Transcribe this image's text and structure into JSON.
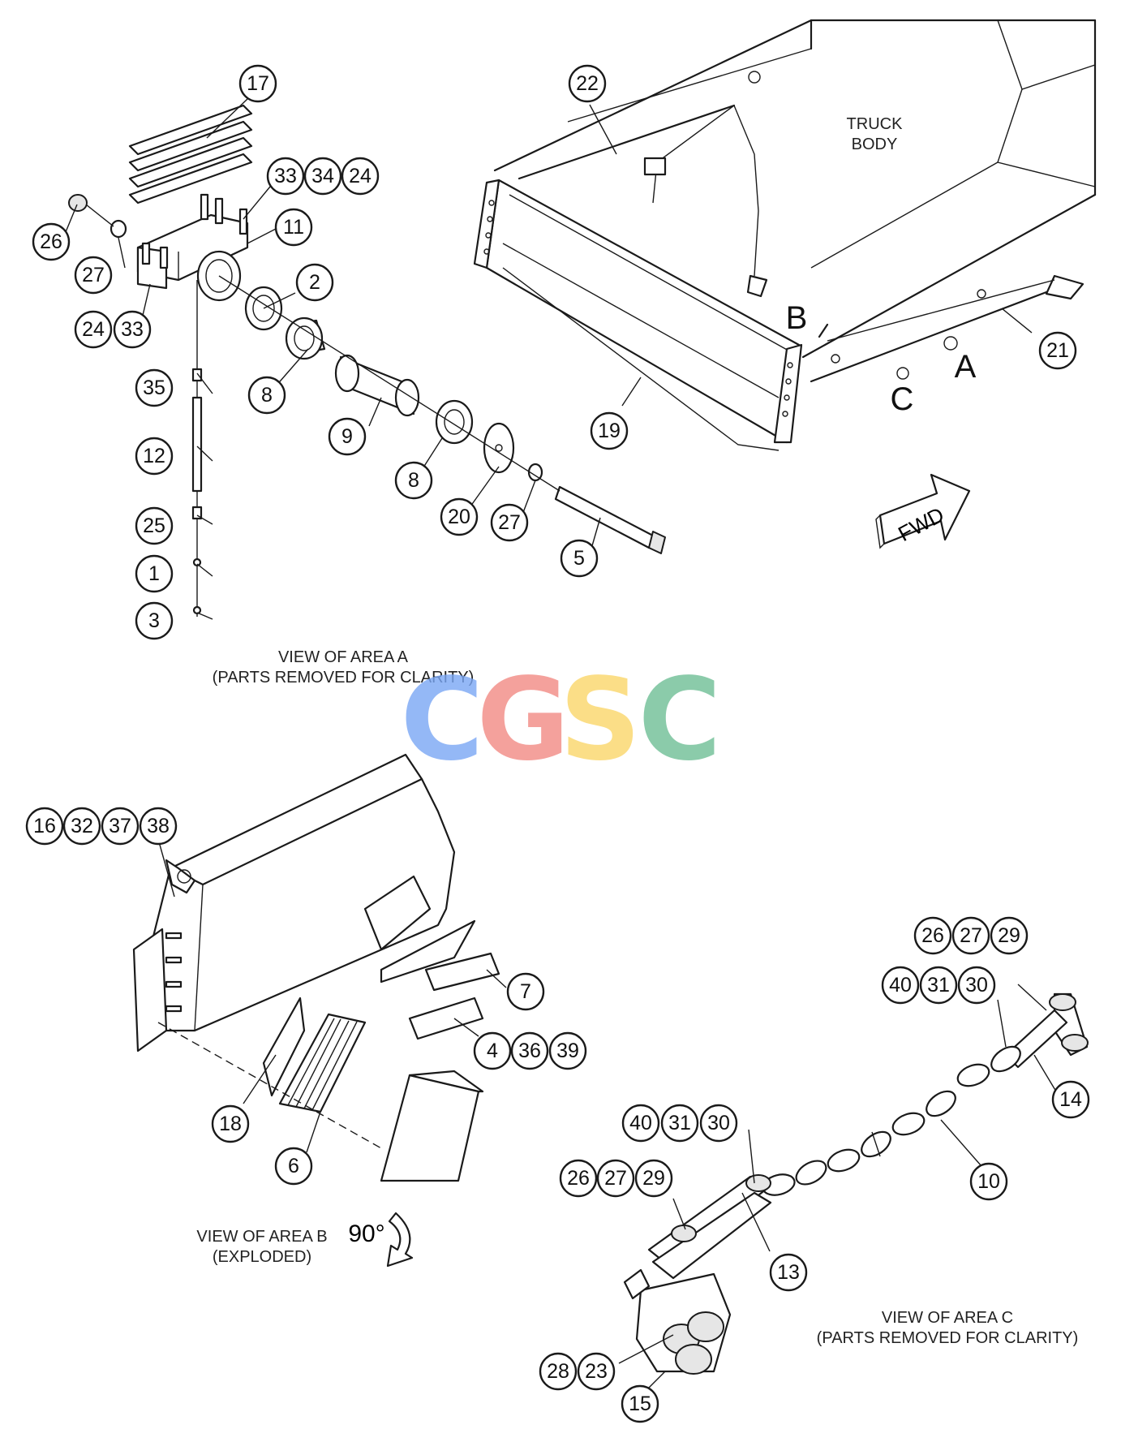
{
  "labels": {
    "truck_body_1": "TRUCK",
    "truck_body_2": "BODY",
    "fwd": "FWD",
    "area_a": "A",
    "area_b": "B",
    "area_c": "C",
    "view_a_1": "VIEW OF AREA A",
    "view_a_2": "(PARTS REMOVED FOR CLARITY)",
    "view_b_1": "VIEW OF AREA B",
    "view_b_2": "(EXPLODED)",
    "rotate": "90°",
    "view_c_1": "VIEW OF AREA C",
    "view_c_2": "(PARTS REMOVED FOR CLARITY)"
  },
  "watermark": {
    "letters": [
      "C",
      "G",
      "S",
      "C"
    ],
    "colors": [
      "#7aa7f5",
      "#f28a84",
      "#fbd76a",
      "#6fbf96"
    ]
  },
  "callouts": {
    "c17": "17",
    "c33a": "33",
    "c34a": "34",
    "c24a": "24",
    "c11": "11",
    "c26a": "26",
    "c27a": "27",
    "c2": "2",
    "c24b": "24",
    "c33b": "33",
    "c35": "35",
    "c8a": "8",
    "c9": "9",
    "c12": "12",
    "c8b": "8",
    "c20": "20",
    "c27b": "27",
    "c25": "25",
    "c5": "5",
    "c1": "1",
    "c3": "3",
    "c22": "22",
    "c21": "21",
    "c19": "19",
    "c16": "16",
    "c32": "32",
    "c37": "37",
    "c38": "38",
    "c7": "7",
    "c4": "4",
    "c36": "36",
    "c39": "39",
    "c18": "18",
    "c6": "6",
    "c26b": "26",
    "c27c": "27",
    "c29a": "29",
    "c40a": "40",
    "c31a": "31",
    "c30a": "30",
    "c14": "14",
    "c10": "10",
    "c40b": "40",
    "c31b": "31",
    "c30b": "30",
    "c26c": "26",
    "c27d": "27",
    "c29b": "29",
    "c13": "13",
    "c28": "28",
    "c23": "23",
    "c15": "15"
  }
}
